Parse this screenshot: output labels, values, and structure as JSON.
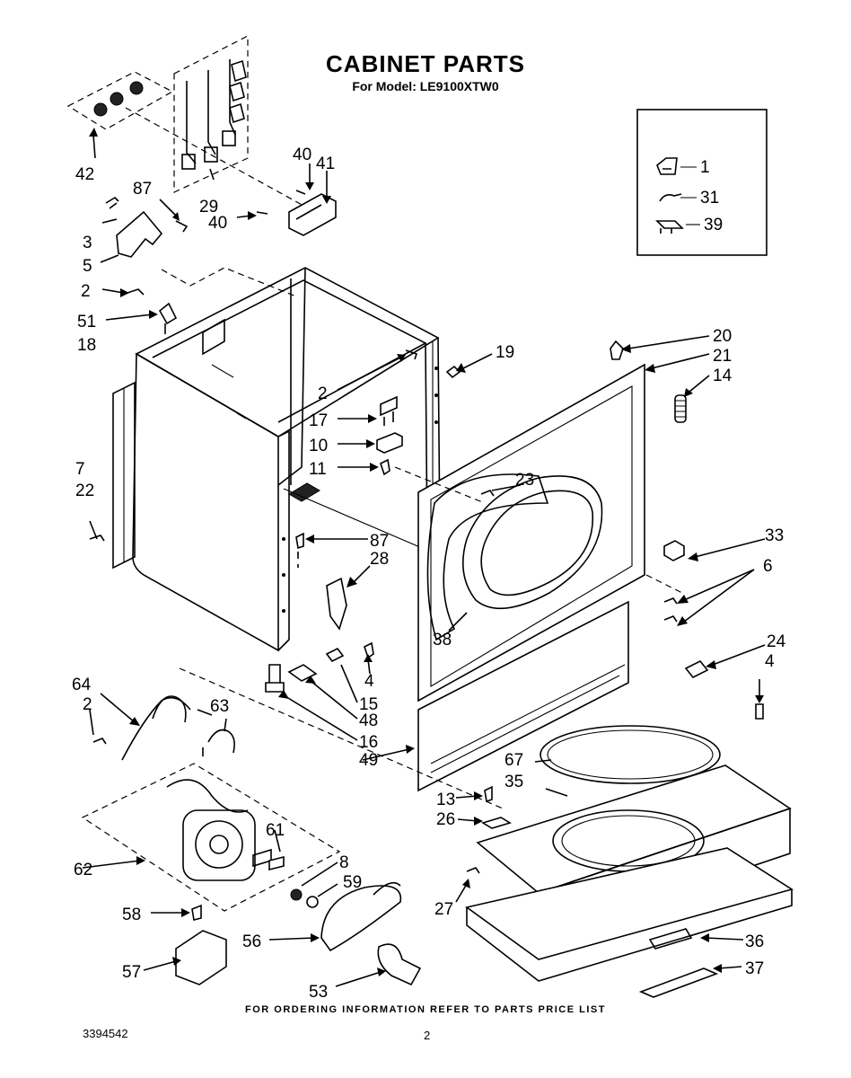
{
  "title": "CABINET PARTS",
  "subtitle": "For Model: LE9100XTW0",
  "footer_note": "FOR ORDERING INFORMATION REFER TO PARTS PRICE LIST",
  "document_number": "3394542",
  "page_number": "2",
  "inset_callouts": [
    "1",
    "31",
    "39"
  ],
  "callouts": {
    "c42": "42",
    "c29": "29",
    "c40a": "40",
    "c41": "41",
    "c40b": "40",
    "c87a": "87",
    "c3": "3",
    "c5": "5",
    "c2a": "2",
    "c51": "51",
    "c18": "18",
    "c19": "19",
    "c2b": "2",
    "c17": "17",
    "c10": "10",
    "c11": "11",
    "c7": "7",
    "c22": "22",
    "c87b": "87",
    "c28": "28",
    "c20": "20",
    "c21": "21",
    "c14": "14",
    "c23": "23",
    "c33": "33",
    "c6": "6",
    "c38": "38",
    "c24": "24",
    "c4b": "4",
    "c4a": "4",
    "c15": "15",
    "c48": "48",
    "c16": "16",
    "c49": "49",
    "c64": "64",
    "c2c": "2",
    "c63": "63",
    "c67": "67",
    "c35": "35",
    "c13": "13",
    "c26": "26",
    "c61": "61",
    "c62": "62",
    "c8": "8",
    "c59": "59",
    "c27": "27",
    "c58": "58",
    "c56": "56",
    "c36": "36",
    "c57": "57",
    "c37": "37",
    "c53": "53"
  }
}
